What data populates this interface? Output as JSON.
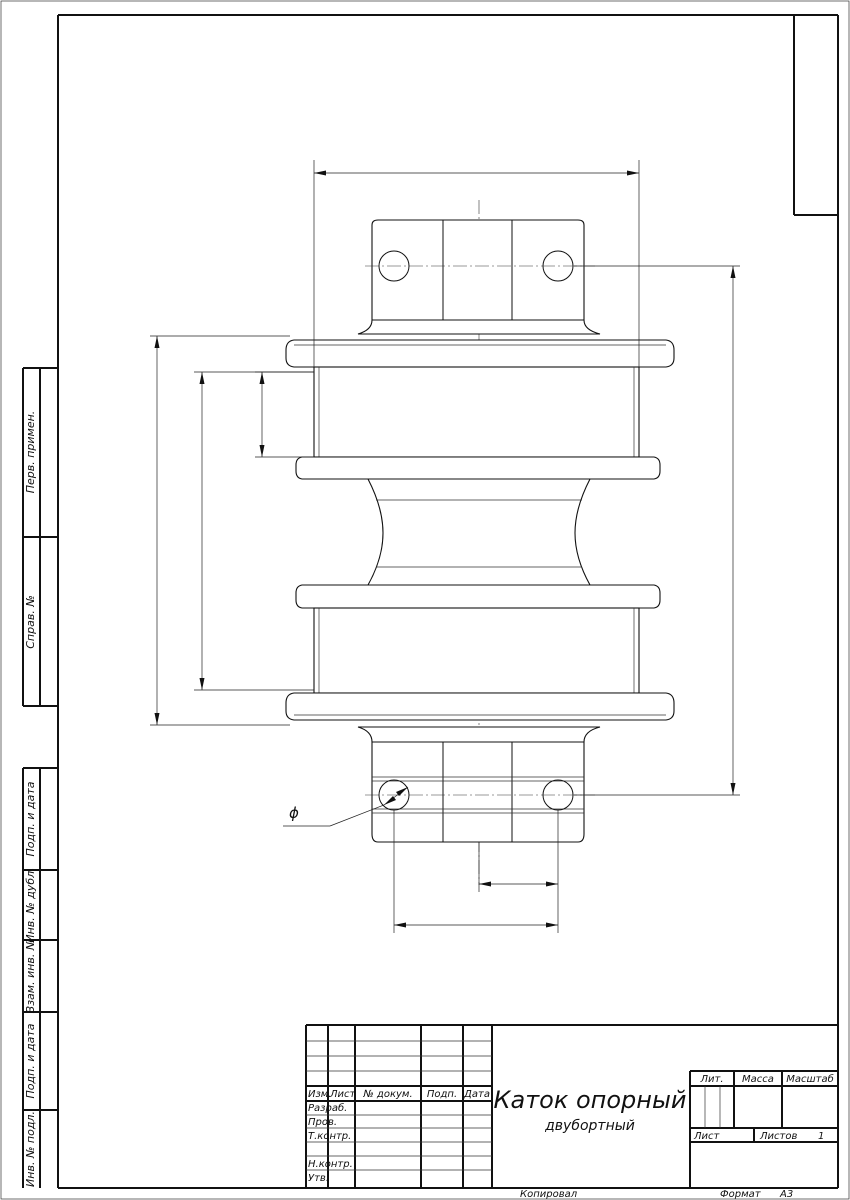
{
  "side_strip": {
    "perv_primen": "Перв. примен.",
    "sprav_no": "Справ. №",
    "podp_i_data_top": "Подп. и дата",
    "inv_no_dubl": "Инв. № дубл.",
    "vzam_inv_no": "Взам. инв. №",
    "podp_i_data_bottom": "Подп. и дата",
    "inv_no_podl": "Инв. № подл."
  },
  "drawing": {
    "diameter_symbol": "ϕ"
  },
  "title_block": {
    "col_izm": "Изм.",
    "col_list": "Лист",
    "col_doc_no": "№ докум.",
    "col_podp": "Подп.",
    "col_data": "Дата",
    "razrab": "Разраб.",
    "prov": "Пров.",
    "t_kontr": "Т.контр.",
    "n_kontr": "Н.контр.",
    "utv": "Утв.",
    "title": "Каток опорный",
    "subtitle": "двубортный",
    "lit": "Лит.",
    "massa": "Масса",
    "masshtab": "Масштаб",
    "list": "Лист",
    "listov": "Листов",
    "listov_value": "1"
  },
  "footer": {
    "kopiroval": "Копировал",
    "format_label": "Формат",
    "format_value": "А3"
  }
}
